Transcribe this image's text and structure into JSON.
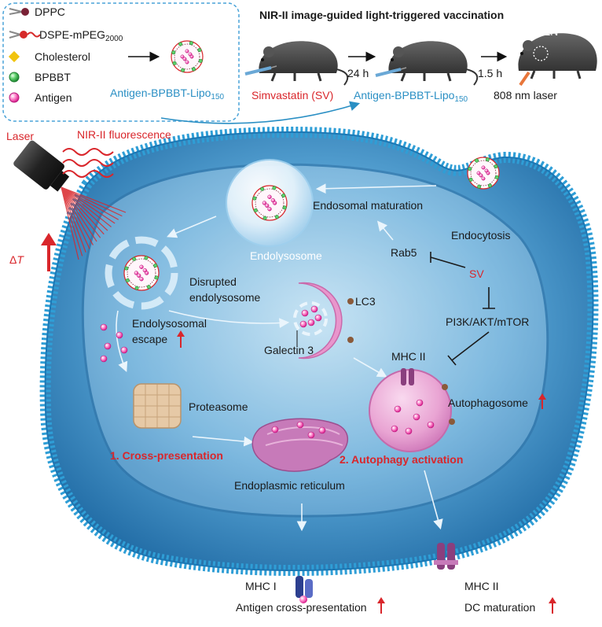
{
  "legend": {
    "items": [
      {
        "label": "DPPC"
      },
      {
        "label": "DSPE-mPEG",
        "sub": "2000"
      },
      {
        "label": "Cholesterol"
      },
      {
        "label": "BPBBT"
      },
      {
        "label": "Antigen"
      }
    ],
    "formulation": {
      "label": "Antigen-BPBBT-Lipo",
      "sub": "150"
    }
  },
  "header": {
    "title": "NIR-II image-guided light-triggered vaccination",
    "interval1": "24 h",
    "interval2": "1.5 h",
    "drug": "Simvastatin (SV)",
    "formulation": {
      "label": "Antigen-BPBBT-Lipo",
      "sub": "150"
    },
    "laser_step": "808 nm laser",
    "lymph_node": "PLN"
  },
  "cell": {
    "laser": "Laser",
    "nir_fluorescence": "NIR-II fluorescence",
    "delta": "Δ",
    "delta_var": "T",
    "endosomal_maturation": "Endosomal maturation",
    "endocytosis": "Endocytosis",
    "endolysosome": "Endolysosome",
    "rab5": "Rab5",
    "sv": "SV",
    "disrupted_line1": "Disrupted",
    "disrupted_line2": "endolysosome",
    "lc3": "LC3",
    "pi3k": "PI3K/AKT/mTOR",
    "escape_line1": "Endolysosomal",
    "escape_line2": "escape",
    "galectin": "Galectin 3",
    "mhc2_inner": "MHC II",
    "autophagosome": "Autophagosome",
    "proteasome": "Proteasome",
    "cross_presentation": "1. Cross-presentation",
    "autophagy_activation": "2. Autophagy activation",
    "er": "Endoplasmic reticulum"
  },
  "outputs": {
    "mhc1": "MHC I",
    "antigen_cross": "Antigen cross-presentation",
    "mhc2": "MHC II",
    "dc_maturation": "DC maturation"
  },
  "colors": {
    "membrane": "#2f9ed6",
    "cytoplasm": "#3c8fc8",
    "red": "#d9262b",
    "blue_text": "#2a8fc4",
    "pink": "#e04fb0"
  }
}
